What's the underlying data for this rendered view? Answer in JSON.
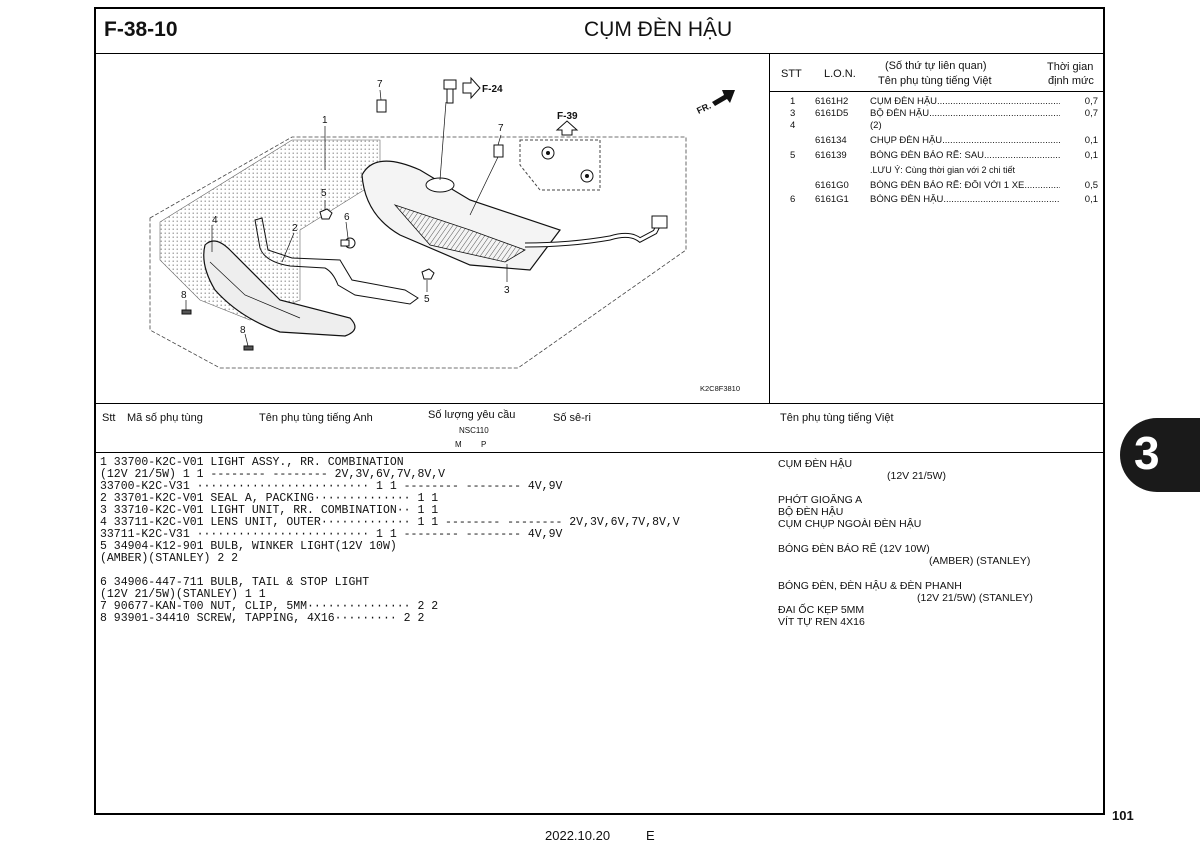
{
  "header": {
    "code": "F-38-10",
    "title": "CỤM ĐÈN HẬU"
  },
  "legend": {
    "headers": {
      "stt": "STT",
      "lon": "L.O.N.",
      "desc_line1": "(Số thứ tự liên quan)",
      "desc_line2": "Tên phụ tùng tiếng Việt",
      "time_line1": "Thời gian",
      "time_line2": "định mức"
    },
    "rows": [
      {
        "stt": "1",
        "lon": "6161H2",
        "desc": "CỤM ĐÈN HẬU",
        "dots": "..............................................................",
        "time": "0,7"
      },
      {
        "stt": "3",
        "lon": "6161D5",
        "desc": "BỘ ĐÈN HẬU",
        "dots": "..............................................................",
        "time": "0,7"
      },
      {
        "stt": "4",
        "lon": "",
        "desc": "(2)",
        "dots": "",
        "time": ""
      },
      {
        "stt": "",
        "lon": "616134",
        "desc": "CHỤP ĐÈN HẬU",
        "dots": "..............................................................",
        "time": "0,1"
      },
      {
        "stt": "5",
        "lon": "616139",
        "desc": "BÓNG ĐÈN BÁO RẼ: SAU",
        "dots": "..............................................................",
        "time": "0,1"
      },
      {
        "stt": "",
        "lon": "",
        "desc": ".LƯU Ý: Cùng thời gian với 2 chi tiết",
        "dots": "",
        "time": ""
      },
      {
        "stt": "",
        "lon": "6161G0",
        "desc": "BÓNG ĐÈN BÁO RẼ: ĐÔI VỚI 1 XE",
        "dots": "..............................................................",
        "time": "0,5"
      },
      {
        "stt": "6",
        "lon": "6161G1",
        "desc": "BÓNG ĐÈN HẬU",
        "dots": "..............................................................",
        "time": "0,1"
      }
    ]
  },
  "diagram": {
    "part_numbers": [
      "1",
      "2",
      "3",
      "4",
      "5",
      "5",
      "6",
      "7",
      "7",
      "8",
      "8"
    ],
    "refs": {
      "f24": "F-24",
      "f39": "F-39",
      "fr": "FR."
    },
    "code": "K2C8F3810"
  },
  "table": {
    "headers": {
      "stt": "Stt",
      "part_no": "Mã số phụ tùng",
      "name_en": "Tên phụ tùng tiếng Anh",
      "qty": "Số lượng yêu cầu",
      "model": "NSC110",
      "m": "M",
      "p": "P",
      "serial": "Số sê-ri",
      "name_vi": "Tên phụ tùng tiếng Việt"
    },
    "lines": [
      "1 33700-K2C-V01   LIGHT ASSY., RR. COMBINATION",
      "                             (12V 21/5W)   1   1   -------- -------- 2V,3V,6V,7V,8V,V",
      "  33700-K2C-V31     ·························   1   1   -------- -------- 4V,9V",
      "2 33701-K2C-V01   SEAL A, PACKING··············   1   1",
      "3 33710-K2C-V01   LIGHT UNIT, RR. COMBINATION··   1   1",
      "4 33711-K2C-V01   LENS UNIT, OUTER·············   1   1   -------- -------- 2V,3V,6V,7V,8V,V",
      "  33711-K2C-V31     ·························   1   1   -------- -------- 4V,9V",
      "5 34904-K12-901   BULB, WINKER LIGHT(12V 10W)",
      "                         (AMBER)(STANLEY)   2   2",
      "",
      "6 34906-447-711   BULB, TAIL & STOP LIGHT",
      "                        (12V 21/5W)(STANLEY)   1   1",
      "7 90677-KAN-T00   NUT, CLIP, 5MM···············   2   2",
      "8 93901-34410     SCREW, TAPPING, 4X16·········   2   2"
    ],
    "vi_lines": [
      {
        "text": "CỤM ĐÈN HẬU",
        "indent": false
      },
      {
        "text": "(12V 21/5W)",
        "indent": true
      },
      {
        "text": "",
        "indent": false
      },
      {
        "text": "PHỚT GIOĂNG A",
        "indent": false
      },
      {
        "text": "BỘ ĐÈN HẬU",
        "indent": false
      },
      {
        "text": "CỤM CHỤP NGOÀI ĐÈN HẬU",
        "indent": false
      },
      {
        "text": "",
        "indent": false
      },
      {
        "text": "BÓNG ĐÈN BÁO RẼ (12V 10W)",
        "indent": false
      },
      {
        "text": "(AMBER) (STANLEY)",
        "indent": true
      },
      {
        "text": "",
        "indent": false
      },
      {
        "text": "BÓNG ĐÈN, ĐÈN HẬU & ĐÈN PHANH",
        "indent": false
      },
      {
        "text": "(12V 21/5W) (STANLEY)",
        "indent": true
      },
      {
        "text": "ĐAI ỐC KẸP 5MM",
        "indent": false
      },
      {
        "text": "VÍT TỰ REN 4X16",
        "indent": false
      }
    ]
  },
  "tab": {
    "label": "3"
  },
  "footer": {
    "page_number": "101",
    "date": "2022.10.20",
    "edition": "E"
  }
}
